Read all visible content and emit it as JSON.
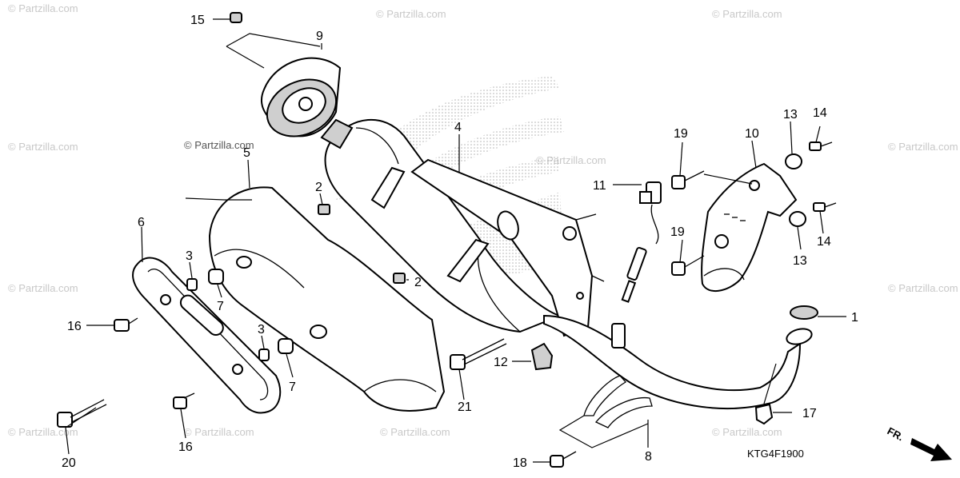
{
  "diagram": {
    "drawing_code": "KTG4F1900",
    "direction_label": "FR.",
    "watermark": "© Partzilla.com",
    "callouts": [
      {
        "id": "c1",
        "text": "1"
      },
      {
        "id": "c2a",
        "text": "2"
      },
      {
        "id": "c2b",
        "text": "2"
      },
      {
        "id": "c3a",
        "text": "3"
      },
      {
        "id": "c3b",
        "text": "3"
      },
      {
        "id": "c4",
        "text": "4"
      },
      {
        "id": "c5",
        "text": "5"
      },
      {
        "id": "c6",
        "text": "6"
      },
      {
        "id": "c7a",
        "text": "7"
      },
      {
        "id": "c7b",
        "text": "7"
      },
      {
        "id": "c8",
        "text": "8"
      },
      {
        "id": "c9",
        "text": "9"
      },
      {
        "id": "c10",
        "text": "10"
      },
      {
        "id": "c11",
        "text": "11"
      },
      {
        "id": "c12",
        "text": "12"
      },
      {
        "id": "c13a",
        "text": "13"
      },
      {
        "id": "c13b",
        "text": "13"
      },
      {
        "id": "c14a",
        "text": "14"
      },
      {
        "id": "c14b",
        "text": "14"
      },
      {
        "id": "c15",
        "text": "15"
      },
      {
        "id": "c16a",
        "text": "16"
      },
      {
        "id": "c16b",
        "text": "16"
      },
      {
        "id": "c17",
        "text": "17"
      },
      {
        "id": "c18",
        "text": "18"
      },
      {
        "id": "c19a",
        "text": "19"
      },
      {
        "id": "c19b",
        "text": "19"
      },
      {
        "id": "c20",
        "text": "20"
      },
      {
        "id": "c21",
        "text": "21"
      }
    ]
  }
}
